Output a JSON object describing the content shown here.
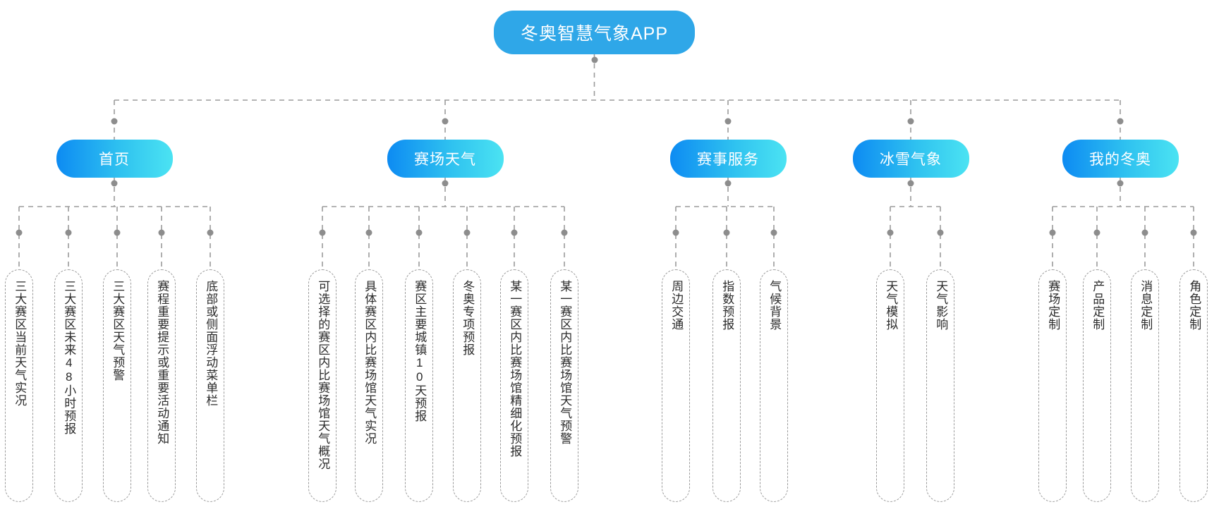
{
  "diagram": {
    "title": "冬奥智慧气象APP",
    "type": "tree",
    "accent_color": "#2fa7e8",
    "node_gradient_from": "#0d8bf2",
    "node_gradient_to": "#4be3f2",
    "connector_color": "#9b9b9b",
    "leaf_text_color": "#2b2b2b"
  },
  "root": {
    "label": "冬奥智慧气象APP"
  },
  "categories": [
    {
      "id": "home",
      "label": "首页",
      "children": [
        {
          "label": "三大赛区当前天气实况"
        },
        {
          "label": "三大赛区未来48小时预报"
        },
        {
          "label": "三大赛区天气预警"
        },
        {
          "label": "赛程重要提示或重要活动通知"
        },
        {
          "label": "底部或侧面浮动菜单栏"
        }
      ]
    },
    {
      "id": "venue-weather",
      "label": "赛场天气",
      "children": [
        {
          "label": "可选择的赛区内比赛场馆天气概况"
        },
        {
          "label": "具体赛区内比赛场馆天气实况"
        },
        {
          "label": "赛区主要城镇10天预报"
        },
        {
          "label": "冬奥专项预报"
        },
        {
          "label": "某一赛区内比赛场馆精细化预报"
        },
        {
          "label": "某一赛区内比赛场馆天气预警"
        }
      ]
    },
    {
      "id": "event-services",
      "label": "赛事服务",
      "children": [
        {
          "label": "周边交通"
        },
        {
          "label": "指数预报"
        },
        {
          "label": "气候背景"
        }
      ]
    },
    {
      "id": "ice-snow",
      "label": "冰雪气象",
      "children": [
        {
          "label": "天气模拟"
        },
        {
          "label": "天气影响"
        }
      ]
    },
    {
      "id": "my-olympics",
      "label": "我的冬奥",
      "children": [
        {
          "label": "赛场定制"
        },
        {
          "label": "产品定制"
        },
        {
          "label": "消息定制"
        },
        {
          "label": "角色定制"
        }
      ]
    }
  ]
}
